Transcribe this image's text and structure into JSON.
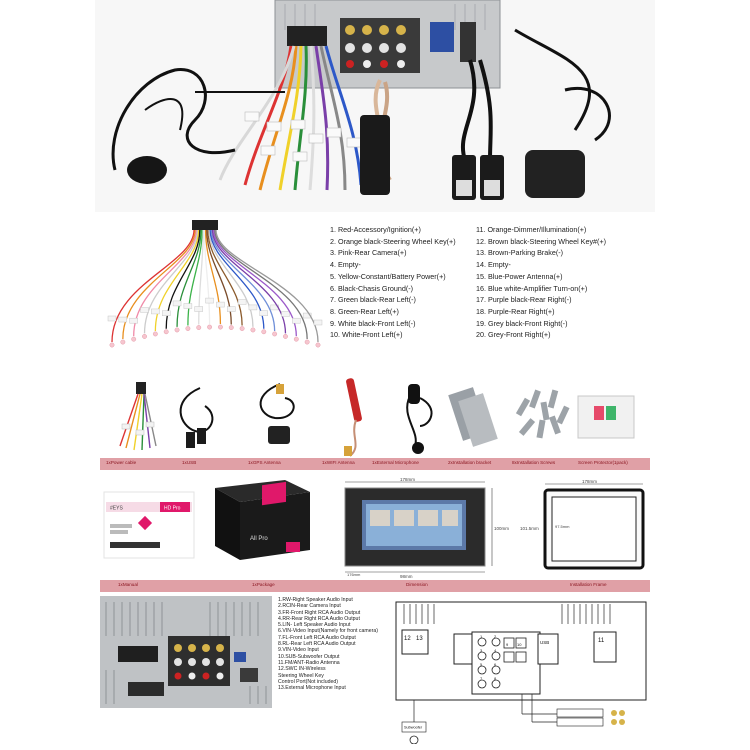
{
  "wire_legend": {
    "left": [
      "1. Red-Accessory/Ignition(+)",
      "2. Orange black-Steering Wheel Key(+)",
      "3. Pink-Rear Camera(+)",
      "4. Empty-",
      "5. Yellow-Constant/Battery Power(+)",
      "6. Black-Chasis Ground(-)",
      "7. Green black-Rear Left(-)",
      "8. Green-Rear Left(+)",
      "9. White black-Front Left(-)",
      "10. White-Front Left(+)"
    ],
    "right": [
      "11. Orange-Dimmer/Illumination(+)",
      "12. Brown black-Steering Wheel Key#(+)",
      "13. Brown-Parking Brake(-)",
      "14. Empty-",
      "15. Blue-Power Antenna(+)",
      "16. Blue white-Amplifier Turn-on(+)",
      "17. Purple black-Rear Right(-)",
      "18. Purple-Rear Right(+)",
      "19. Grey black-Front Right(-)",
      "20. Grey-Front Right(+)"
    ]
  },
  "accessory_labels": [
    "1xPower cable",
    "1xUSB",
    "1xGPS Antenna",
    "1xWIFI Antenna",
    "1xExternal Microphone",
    "2xInstallation bracket",
    "8xInstallation Screws",
    "Screen Protector(1pack)"
  ],
  "mid_labels": {
    "manual": "1xManual",
    "package": "1xPackage",
    "dimension": "Dimension",
    "frame": "Installation Frame"
  },
  "dimensions": {
    "unit_width": "178mm",
    "unit_height": "100mm",
    "unit_depth": "98mm",
    "panel_width": "176mm",
    "frame_outer_w": "178mm",
    "frame_outer_h": "101.5mm",
    "frame_inner_h": "97.5mm"
  },
  "brand": {
    "package_text": "All Pro",
    "manual_code": "#EYS",
    "manual_tag": "HD Pro"
  },
  "ports": [
    "1.RW-Right Speaker Audio Input",
    "2.RCIN-Rear Camera Input",
    "3.FR-Front Right RCA Audio Output",
    "4.RR-Rear Right RCA Audio Output",
    "5.LIN- Left Speaker Audio Input",
    "6.VIN-Video Input(Namely for front camera)",
    "7.FL-Front Left RCA Audio Output",
    "8.RL-Rear Left RCA Audio Output",
    "9.VIN-Video Input",
    "10.SUB-Subwoofer Output",
    "11.FM/ANT-Radio Antenna",
    "12.SWC IN-Wireless",
    "   Steering Wheel Key",
    "   Control Port(Not included)",
    "13.External Microphone Input"
  ],
  "diagram_labels": {
    "p12": "12",
    "p13": "13",
    "p1": "1",
    "p2": "2",
    "p3": "3",
    "p4": "4",
    "p5": "5",
    "p6": "6",
    "p7": "7",
    "p8": "8",
    "p9": "9",
    "p10": "10",
    "p11": "11",
    "usb": "USB",
    "sub": "Subwoofer"
  },
  "colors": {
    "pink_bar": "#e0a0a6",
    "pink_text": "#8a1520",
    "accent_magenta": "#e0186a"
  }
}
